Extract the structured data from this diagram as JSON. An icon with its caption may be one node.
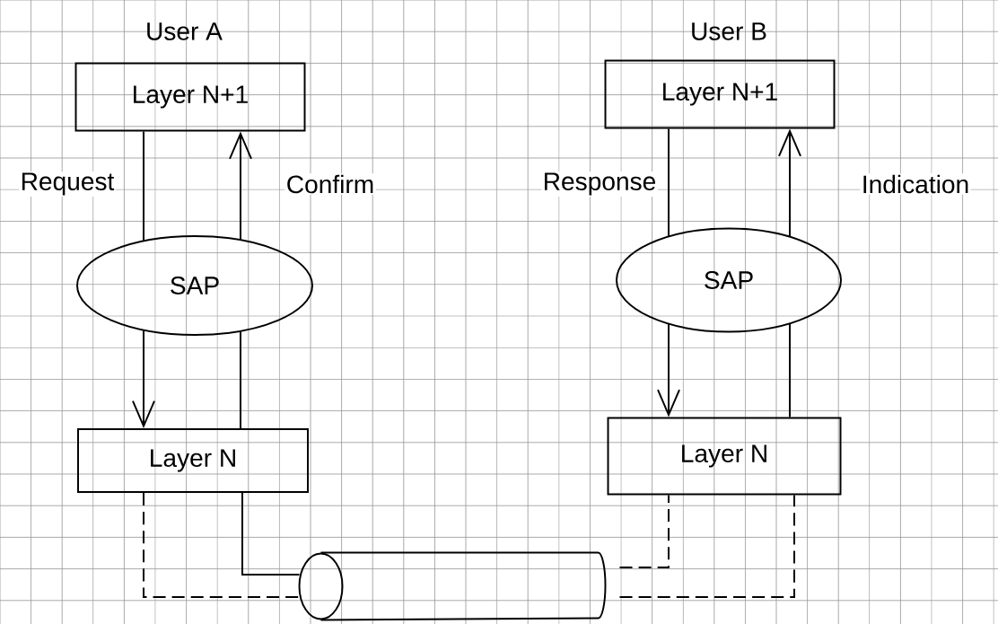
{
  "diagram": {
    "nodes": [
      {
        "text": [
          "User A",
          "Layer N+1"
        ]
      },
      {
        "text": [
          "SAP"
        ]
      },
      {
        "text": [
          "Layer N"
        ]
      },
      {
        "text": [
          "User B",
          "Layer N+1"
        ]
      },
      {
        "text": [
          "SAP"
        ]
      },
      {
        "text": [
          "Layer N"
        ]
      },
      {
        "text": [],
        "shape": "cylinder"
      }
    ],
    "edges": [
      {
        "from": 0,
        "to": 1,
        "arrow": "none",
        "label": "Request"
      },
      {
        "from": 1,
        "to": 2,
        "arrow": "to"
      },
      {
        "from": 2,
        "to": 1,
        "arrow": "none"
      },
      {
        "from": 1,
        "to": 0,
        "arrow": "to",
        "label": "Confirm"
      },
      {
        "from": 3,
        "to": 4,
        "arrow": "none",
        "label": "Response"
      },
      {
        "from": 4,
        "to": 5,
        "arrow": "to"
      },
      {
        "from": 5,
        "to": 4,
        "arrow": "none"
      },
      {
        "from": 4,
        "to": 3,
        "arrow": "to",
        "label": "Indication"
      },
      {
        "from": 2,
        "to": 6,
        "arrow": "none",
        "style": "dashed"
      },
      {
        "from": 2,
        "to": 6,
        "arrow": "none"
      },
      {
        "from": 6,
        "to": 5,
        "arrow": "none",
        "style": "dashed"
      },
      {
        "from": 6,
        "to": 5,
        "arrow": "none",
        "style": "dashed"
      }
    ]
  }
}
